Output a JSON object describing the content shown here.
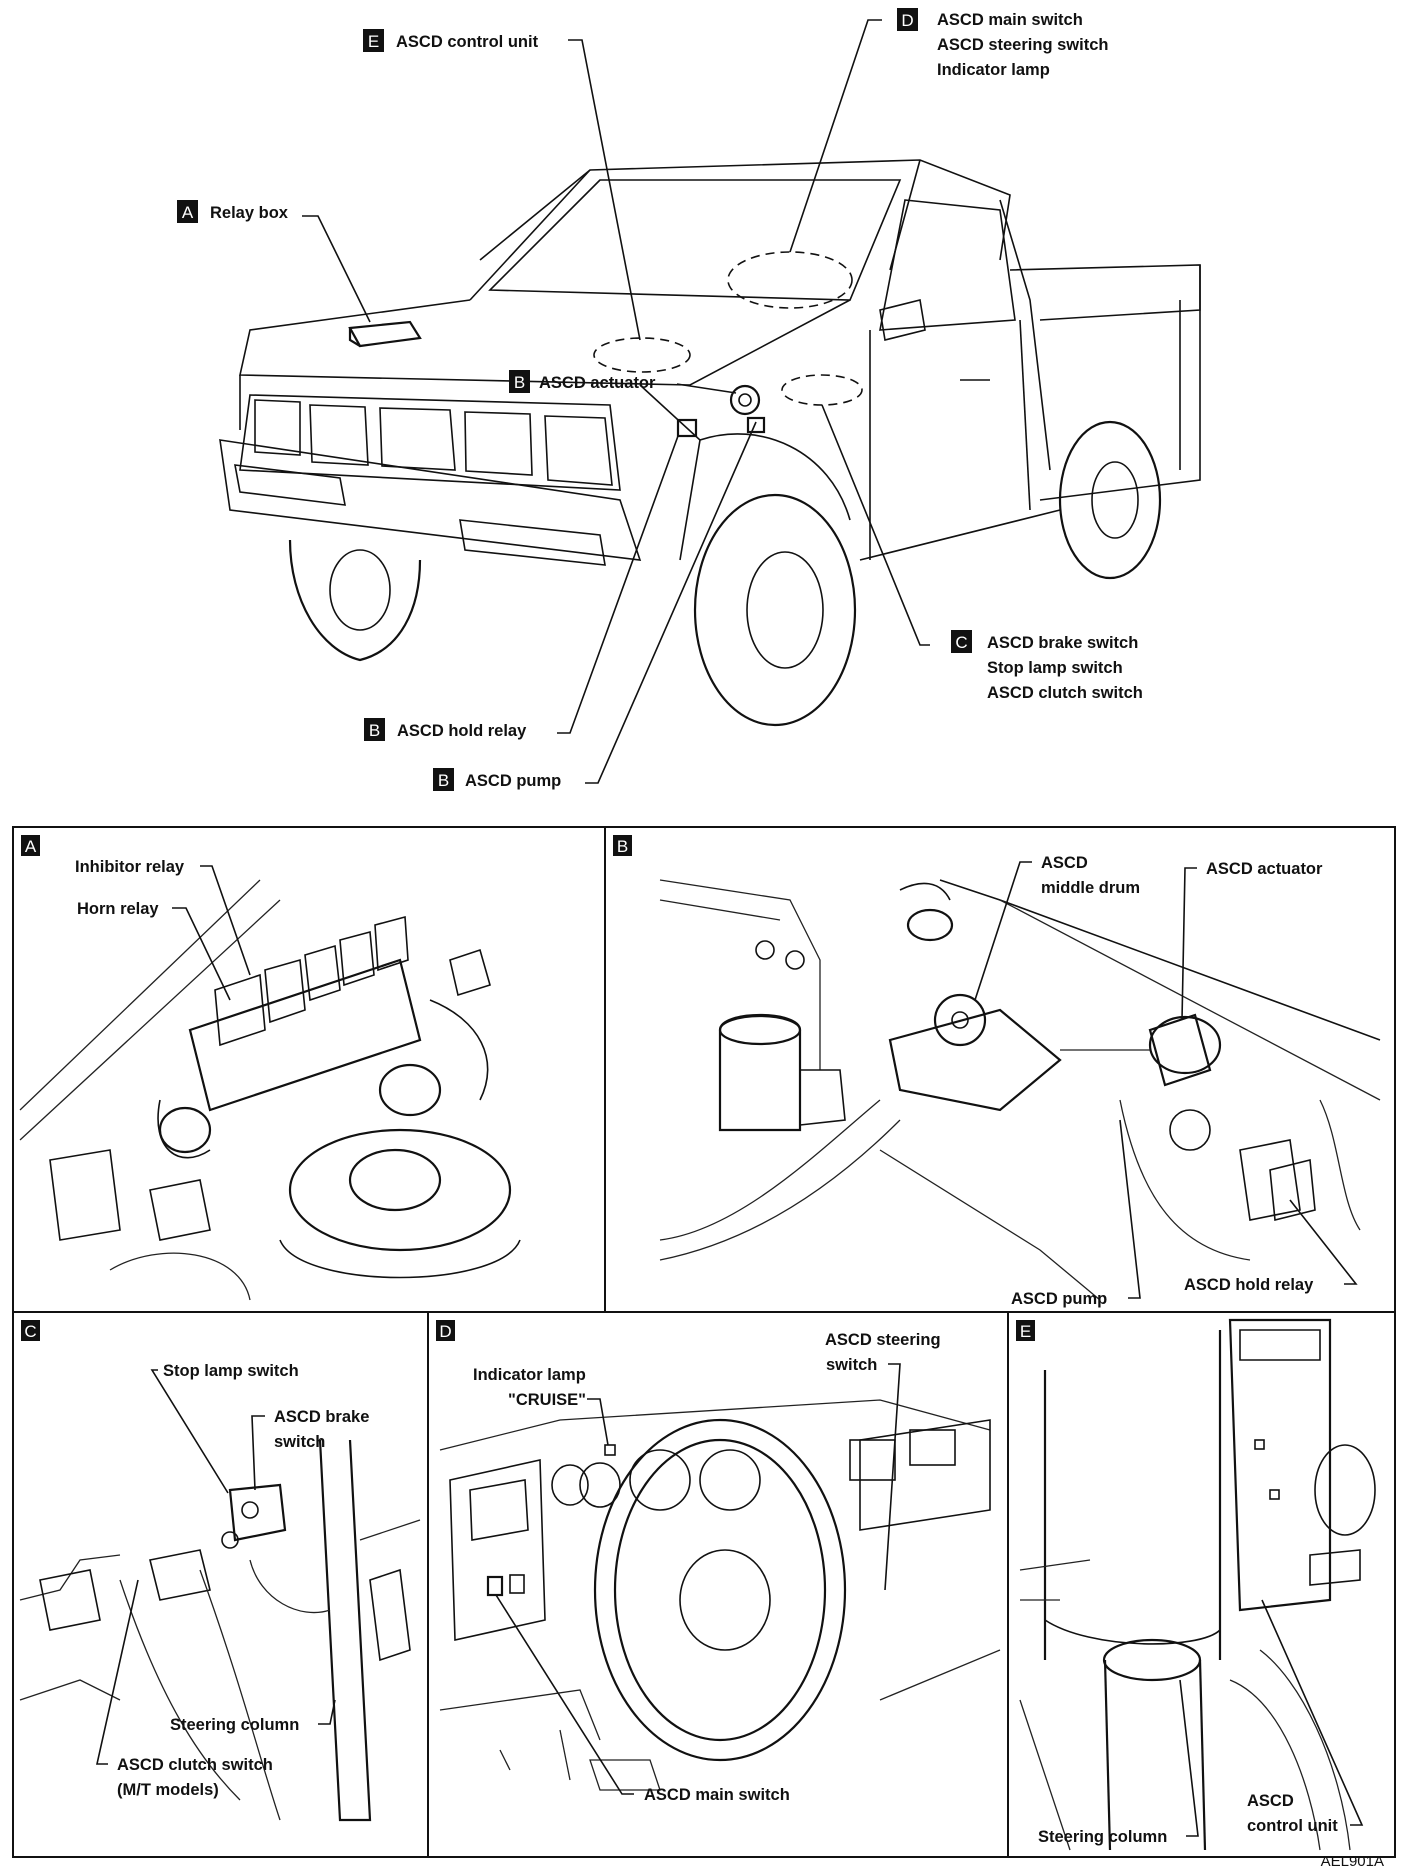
{
  "top_callouts": {
    "E": {
      "letter": "E",
      "text": "ASCD control unit"
    },
    "D": {
      "letter": "D",
      "lines": [
        "ASCD main switch",
        "ASCD steering switch",
        "Indicator lamp"
      ]
    },
    "A": {
      "letter": "A",
      "text": "Relay box"
    },
    "B_actuator": {
      "letter": "B",
      "text": "ASCD actuator"
    },
    "C": {
      "letter": "C",
      "lines": [
        "ASCD brake switch",
        "Stop lamp switch",
        "ASCD clutch switch"
      ]
    },
    "B_hold": {
      "letter": "B",
      "text": "ASCD hold relay"
    },
    "B_pump": {
      "letter": "B",
      "text": "ASCD pump"
    }
  },
  "panels": {
    "A": {
      "letter": "A",
      "labels": {
        "inhibitor": "Inhibitor relay",
        "horn": "Horn relay"
      }
    },
    "B": {
      "letter": "B",
      "labels": {
        "drum_1": "ASCD",
        "drum_2": "middle drum",
        "actuator": "ASCD actuator",
        "pump": "ASCD pump",
        "hold": "ASCD hold relay"
      }
    },
    "C": {
      "letter": "C",
      "labels": {
        "stop": "Stop lamp switch",
        "brake_1": "ASCD brake",
        "brake_2": "switch",
        "column": "Steering column",
        "clutch_1": "ASCD clutch switch",
        "clutch_2": "(M/T models)"
      }
    },
    "D": {
      "letter": "D",
      "labels": {
        "indicator_1": "Indicator lamp",
        "indicator_2": "\"CRUISE\"",
        "steer_1": "ASCD steering",
        "steer_2": "switch",
        "main": "ASCD main switch"
      }
    },
    "E": {
      "letter": "E",
      "labels": {
        "column": "Steering column",
        "unit_1": "ASCD",
        "unit_2": "control unit"
      }
    }
  },
  "figure_code": "AEL901A"
}
